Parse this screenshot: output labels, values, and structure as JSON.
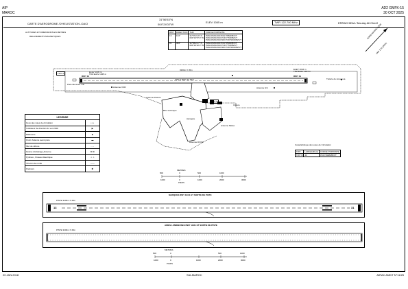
{
  "header": {
    "aip": "AIP",
    "country": "MAROC",
    "chart_code": "AD2 GMFK-15",
    "chart_date": "30 OCT 2025",
    "chart_title": "CARTE D'AERODROME /D'HELISTATION -OACI",
    "coord_lat": "31°56'53\"N",
    "coord_lon": "004°24'02\"W",
    "elevation": "ELEV 1045 m",
    "twr": "TWR 122.700 MHz",
    "airport_name": "ERRACHIDIA / Moulay Ali Cherif"
  },
  "notes": {
    "line1": "ALTITUDES ET DIMENSIONS EN METRES",
    "line2": "RELEVEMENTS MAGNETIQUES"
  },
  "rwy_table": {
    "headers": [
      "RWY",
      "DIRECTION",
      "THR",
      "FORCE PORTANTE"
    ],
    "rows": [
      {
        "rwy": "13",
        "direction": "124°",
        "thr": "31°57'22.6\" N\n004°24'57.9\" W",
        "force": "PA60-PA60-000 PCR 765/R/B/X/T\nPA60-PA60-PA0 PCR 775/R/B/X/T\nPA60-PA60-PA0-500 PCR 560/R/B/X/T"
      },
      {
        "rwy": "31",
        "direction": "304°",
        "thr": "31°56'24.7\" N\n004°23'22.3\" W",
        "force": "PA60-PA60-000 PCR 550/R/B/X/T\nPA60-PA60-PA0 PCR 775/R/B/X/T\nPA60-PA60-PA0-500 PCR 560/R/B/X/T"
      }
    ]
  },
  "plan": {
    "twy_a_label": "TWY A",
    "twy_b_label": "TWY B",
    "rwy13_label": "RWY 13",
    "rwy31_label": "RWY 31",
    "rwy_dim_label": "3200m X 45m",
    "rwy_left_note": "ELEV 1045 m\nTDZ ELEV 1045 m",
    "rwy_right_note": "ELEV 1044 m\nTDZ ELEV 1044 m",
    "left_windsock": "Piste illuminée nuit",
    "left_antenna": "Antenne VOR",
    "right_antenna": "Antenne ILS",
    "right_far": "Tuilerie de Amagoua",
    "runway_note": "TWY A RWY 13 PTS",
    "apron_left": "Antenne Pétrole",
    "apron_note1": "Aérogare",
    "apron_note2": "Antenne Météo",
    "fence_note": "Clôture",
    "south_note": "Antenne DVOR",
    "parking_note": "Bloc technique",
    "north_label": "NORD MAGNETIQUE",
    "var_label": "VAR 1°W (2025)"
  },
  "legend": {
    "title": "LEGENDE",
    "items": [
      "Feux des voies de circulation",
      "Indicateur de direction du vent WDI",
      "Bâtiments",
      "Point d'attente avant piste",
      "Mur de clôture",
      "Pylone d'éclairage,Antenne",
      "Pylônes , Poteaux Electrique",
      "Chemin de ronde",
      "Palmiers"
    ]
  },
  "scale_top": {
    "metres_label": "METRES",
    "pieds_label": "PIEDS",
    "metres_ticks": [
      "500",
      "0",
      "500",
      "1000"
    ],
    "pieds_ticks": [
      "1000",
      "0",
      "1000",
      "2000",
      "3000"
    ]
  },
  "twy_table": {
    "title": "Caractéristique des voies de Circulation",
    "headers": [
      "TWY",
      "LARGEUR (m)",
      "FORCE PORTANTE"
    ],
    "rows": [
      [
        "TWY B",
        "23",
        "PCR 598/R/B/X/T"
      ]
    ]
  },
  "marking": {
    "title": "MARQUES RWY 13/31 ET SORTIE DE PISTE",
    "piste_label": "PISTE 3200m X 45m",
    "num_left": "13",
    "num_right": "31"
  },
  "lighting": {
    "title": "AIDES LUMINEUSES RWY 13/31 ET SORTIE DE PISTE",
    "piste_label": "PISTE 3200m X 45m"
  },
  "scale_bottom": {
    "metres_label": "METRES",
    "pieds_label": "PIEDS",
    "metres_ticks": [
      "500",
      "0",
      "500",
      "1000"
    ],
    "pieds_ticks": [
      "1000",
      "0",
      "1000",
      "2000",
      "3000"
    ]
  },
  "footer": {
    "left": "20 JAN 2018",
    "center": "SIA-MAROC",
    "right": "AIRAC AMDT N°11/25"
  }
}
